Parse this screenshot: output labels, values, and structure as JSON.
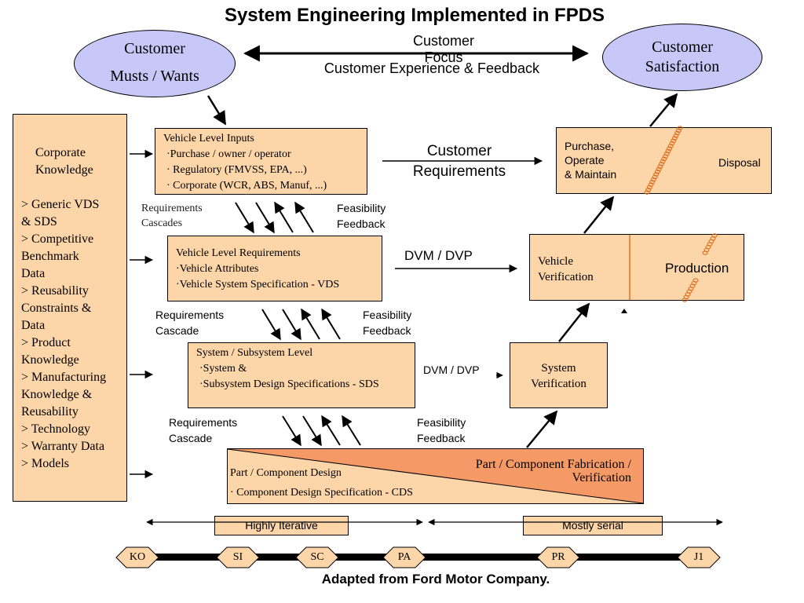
{
  "title": "System Engineering Implemented in FPDS",
  "customer_wants": {
    "line1": "Customer",
    "line2": "Musts / Wants"
  },
  "customer_satisfaction": {
    "line1": "Customer",
    "line2": "Satisfaction"
  },
  "customer_focus": {
    "line1": "Customer",
    "line2": "Focus"
  },
  "customer_experience": "Customer Experience & Feedback",
  "corporate": {
    "title_line1": "Corporate",
    "title_line2": "Knowledge",
    "items": [
      "> Generic VDS",
      "   & SDS",
      "> Competitive",
      "   Benchmark",
      "   Data",
      "> Reusability",
      "   Constraints &",
      "   Data",
      "> Product",
      "   Knowledge",
      "> Manufacturing",
      "   Knowledge &",
      "   Reusability",
      "> Technology",
      "> Warranty Data",
      "> Models"
    ]
  },
  "vehicle_inputs": {
    "title": "Vehicle Level Inputs",
    "items": [
      "·Purchase / owner / operator",
      "· Regulatory (FMVSS, EPA, ...)",
      "· Corporate (WCR, ABS, Manuf, ...)"
    ]
  },
  "customer_requirements": {
    "line1": "Customer",
    "line2": "Requirements"
  },
  "purchase_box": {
    "line1": "Purchase,",
    "line2": "Operate",
    "line3": "& Maintain",
    "disposal": "Disposal"
  },
  "cascade1": {
    "line1": "Requirements",
    "line2": "Cascades"
  },
  "feedback1": {
    "line1": "Feasibility",
    "line2": "Feedback"
  },
  "vehicle_requirements": {
    "title": "Vehicle Level Requirements",
    "items": [
      "·Vehicle Attributes",
      "·Vehicle System Specification - VDS"
    ]
  },
  "dvm_dvp_1": "DVM / DVP",
  "vehicle_verification": {
    "line1": "Vehicle",
    "line2": "Verification",
    "production": "Production"
  },
  "cascade2": {
    "line1": "Requirements",
    "line2": "Cascade"
  },
  "feedback2": {
    "line1": "Feasibility",
    "line2": "Feedback"
  },
  "subsystem": {
    "title": "System / Subsystem Level",
    "items": [
      "·System &",
      "·Subsystem Design Specifications - SDS"
    ]
  },
  "dvm_dvp_2": "DVM / DVP",
  "system_verification": {
    "line1": "System",
    "line2": "Verification"
  },
  "cascade3": {
    "line1": "Requirements",
    "line2": "Cascade"
  },
  "feedback3": {
    "line1": "Feasibility",
    "line2": "Feedback"
  },
  "part_box": {
    "design": "Part / Component Design",
    "spec": "· Component Design Specification - CDS",
    "fab_line1": "Part / Component Fabrication /",
    "fab_line2": "Verification"
  },
  "highly_iterative": "Highly Iterative",
  "mostly_serial": "Mostly serial",
  "milestones": [
    "KO",
    "SI",
    "SC",
    "PA",
    "PR",
    "J1"
  ],
  "footer": "Adapted from Ford Motor Company.",
  "colors": {
    "box": "#fcd5a8",
    "ellipse": "#c8c8f8",
    "part_dark": "#f59a66",
    "coil": "#e07020"
  }
}
